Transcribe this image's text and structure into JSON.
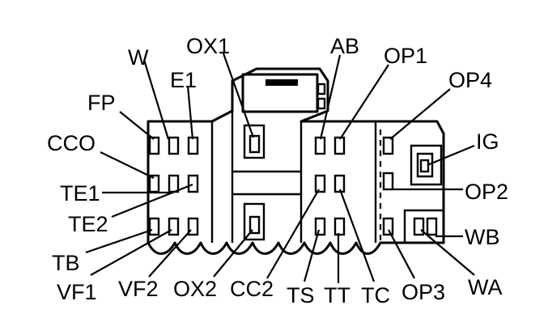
{
  "connector": {
    "labels": {
      "W": "W",
      "E1": "E1",
      "OX1": "OX1",
      "AB": "AB",
      "OP1": "OP1",
      "OP4": "OP4",
      "FP": "FP",
      "CCO": "CCO",
      "IG": "IG",
      "TE1": "TE1",
      "OP2": "OP2",
      "TE2": "TE2",
      "WB": "WB",
      "TB": "TB",
      "VF1": "VF1",
      "VF2": "VF2",
      "OX2": "OX2",
      "CC2": "CC2",
      "TS": "TS",
      "TT": "TT",
      "TC": "TC",
      "OP3": "OP3",
      "WA": "WA"
    }
  }
}
